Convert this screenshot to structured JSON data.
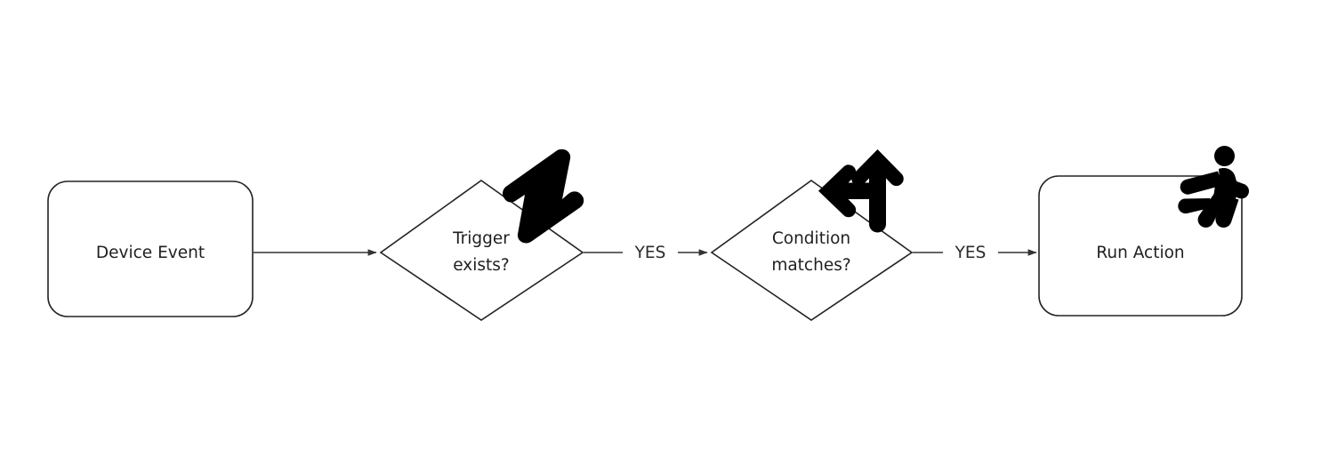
{
  "diagram": {
    "type": "flowchart",
    "orientation": "left-to-right",
    "background_color": "#ffffff",
    "stroke_color": "#232323",
    "text_color": "#1f1f1f",
    "icon_color": "#000000"
  },
  "nodes": [
    {
      "id": "device-event",
      "shape": "rounded-rectangle",
      "label": "Device Event",
      "icon": null
    },
    {
      "id": "trigger-exists",
      "shape": "diamond",
      "label_line1": "Trigger",
      "label_line2": "exists?",
      "icon": "lightning-bolt-icon"
    },
    {
      "id": "condition-matches",
      "shape": "diamond",
      "label_line1": "Condition",
      "label_line2": "matches?",
      "icon": "branch-arrows-icon"
    },
    {
      "id": "run-action",
      "shape": "rounded-rectangle",
      "label": "Run Action",
      "icon": "running-person-icon"
    }
  ],
  "edges": [
    {
      "id": "edge-device-to-trigger",
      "from": "device-event",
      "to": "trigger-exists",
      "label": "",
      "arrowhead": true
    },
    {
      "id": "edge-trigger-to-condition",
      "from": "trigger-exists",
      "to": "condition-matches",
      "label": "YES",
      "arrowhead": true
    },
    {
      "id": "edge-condition-to-action",
      "from": "condition-matches",
      "to": "run-action",
      "label": "YES",
      "arrowhead": true
    }
  ]
}
